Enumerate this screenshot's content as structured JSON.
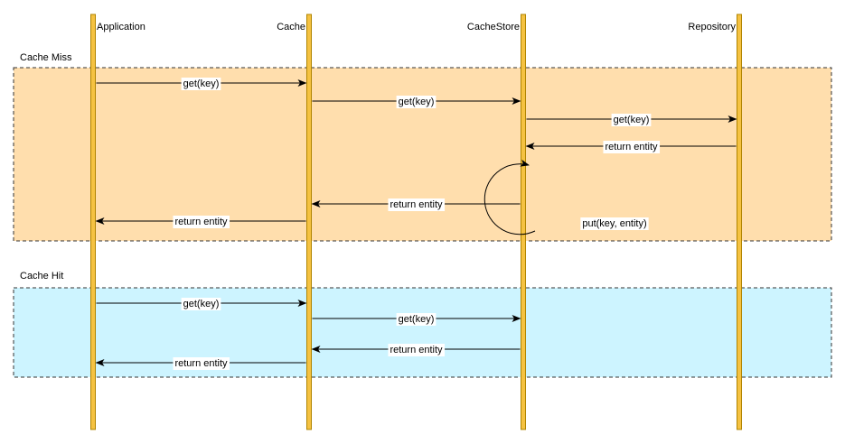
{
  "participants": [
    {
      "name": "Application"
    },
    {
      "name": "Cache"
    },
    {
      "name": "CacheStore"
    },
    {
      "name": "Repository"
    }
  ],
  "colors": {
    "lifeline_fill": "#f5c242",
    "lifeline_stroke": "#b08400",
    "miss_fill": "#ffdead",
    "hit_fill": "#cdf4ff",
    "frame_stroke": "#333333",
    "arrow": "#000000"
  },
  "sections": [
    {
      "label": "Cache Miss",
      "kind": "miss",
      "messages": [
        {
          "from": 0,
          "to": 1,
          "text": "get(key)"
        },
        {
          "from": 1,
          "to": 2,
          "text": "get(key)"
        },
        {
          "from": 2,
          "to": 3,
          "text": "get(key)"
        },
        {
          "from": 3,
          "to": 2,
          "text": "return entity"
        },
        {
          "from": 2,
          "to": 2,
          "text": "put(key, entity)",
          "self": true
        },
        {
          "from": 2,
          "to": 1,
          "text": "return entity"
        },
        {
          "from": 1,
          "to": 0,
          "text": "return entity"
        }
      ]
    },
    {
      "label": "Cache Hit",
      "kind": "hit",
      "messages": [
        {
          "from": 0,
          "to": 1,
          "text": "get(key)"
        },
        {
          "from": 1,
          "to": 2,
          "text": "get(key)"
        },
        {
          "from": 2,
          "to": 1,
          "text": "return entity"
        },
        {
          "from": 1,
          "to": 0,
          "text": "return entity"
        }
      ]
    }
  ]
}
